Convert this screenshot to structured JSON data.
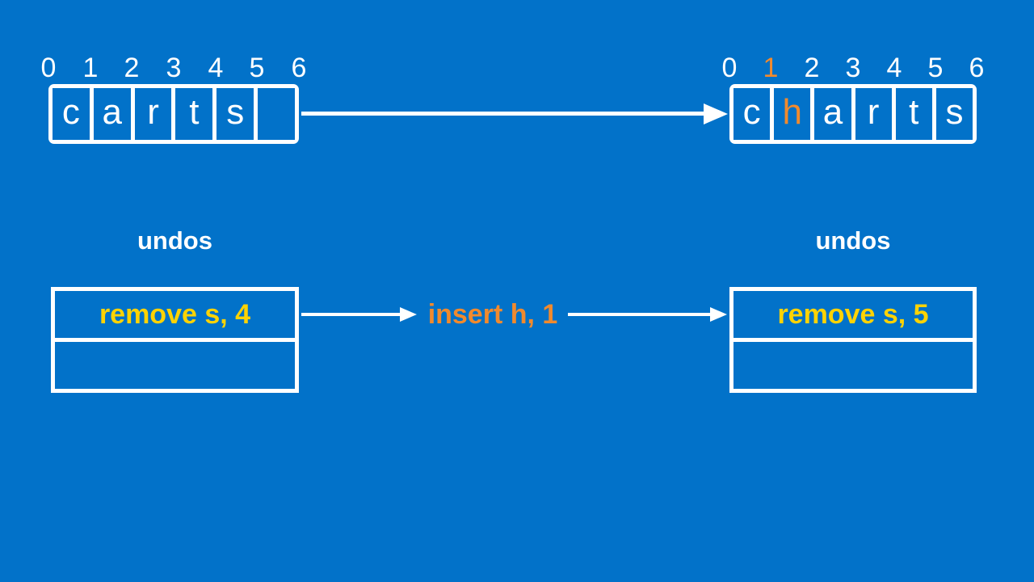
{
  "slide": {
    "left_array": {
      "indices": [
        "0",
        "1",
        "2",
        "3",
        "4",
        "5",
        "6"
      ],
      "cells": [
        "c",
        "a",
        "r",
        "t",
        "s",
        ""
      ]
    },
    "right_array": {
      "indices": [
        "0",
        "1",
        "2",
        "3",
        "4",
        "5",
        "6"
      ],
      "cells": [
        "c",
        "h",
        "a",
        "r",
        "t",
        "s"
      ],
      "highlighted_cell": "h",
      "highlighted_index": "1"
    },
    "left_stack": {
      "label": "undos",
      "rows": [
        "remove s, 4",
        ""
      ]
    },
    "right_stack": {
      "label": "undos",
      "rows": [
        "remove s, 5",
        ""
      ]
    },
    "transition_label": "insert h, 1"
  },
  "colors": {
    "background": "#0272C9",
    "foreground": "#FFFFFF",
    "highlight_orange": "#F18A2D",
    "action_yellow": "#FFD303"
  }
}
